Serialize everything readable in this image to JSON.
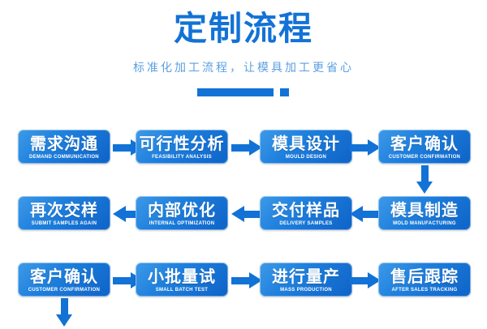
{
  "header": {
    "title": "定制流程",
    "subtitle": "标准化加工流程，让模具加工更省心",
    "accent_color": "#1272d6",
    "subtitle_color": "#5b9fe2"
  },
  "flow": {
    "rows": [
      {
        "direction": "right",
        "nodes": [
          {
            "cn": "需求沟通",
            "en": "DEMAND COMMUNICATION"
          },
          {
            "cn": "可行性分析",
            "en": "FEASIBILITY ANALYSIS"
          },
          {
            "cn": "模具设计",
            "en": "MOULD DESIGN"
          },
          {
            "cn": "客户确认",
            "en": "CUSTOMER CONFIRMATION"
          }
        ]
      },
      {
        "direction": "left",
        "nodes": [
          {
            "cn": "再次交样",
            "en": "SUBMIT SAMPLES AGAIN"
          },
          {
            "cn": "内部优化",
            "en": "INTERNAL OPTIMIZATION"
          },
          {
            "cn": "交付样品",
            "en": "DELIVERY SAMPLES"
          },
          {
            "cn": "模具制造",
            "en": "MOLD MANUFACTURING"
          }
        ]
      },
      {
        "direction": "right",
        "nodes": [
          {
            "cn": "客户确认",
            "en": "CUSTOMER CONFIRMATION"
          },
          {
            "cn": "小批量试",
            "en": "SMALL BATCH TEST"
          },
          {
            "cn": "进行量产",
            "en": "MASS PRODUCTION"
          },
          {
            "cn": "售后跟踪",
            "en": "AFTER SALES TRACKING"
          }
        ]
      }
    ]
  }
}
